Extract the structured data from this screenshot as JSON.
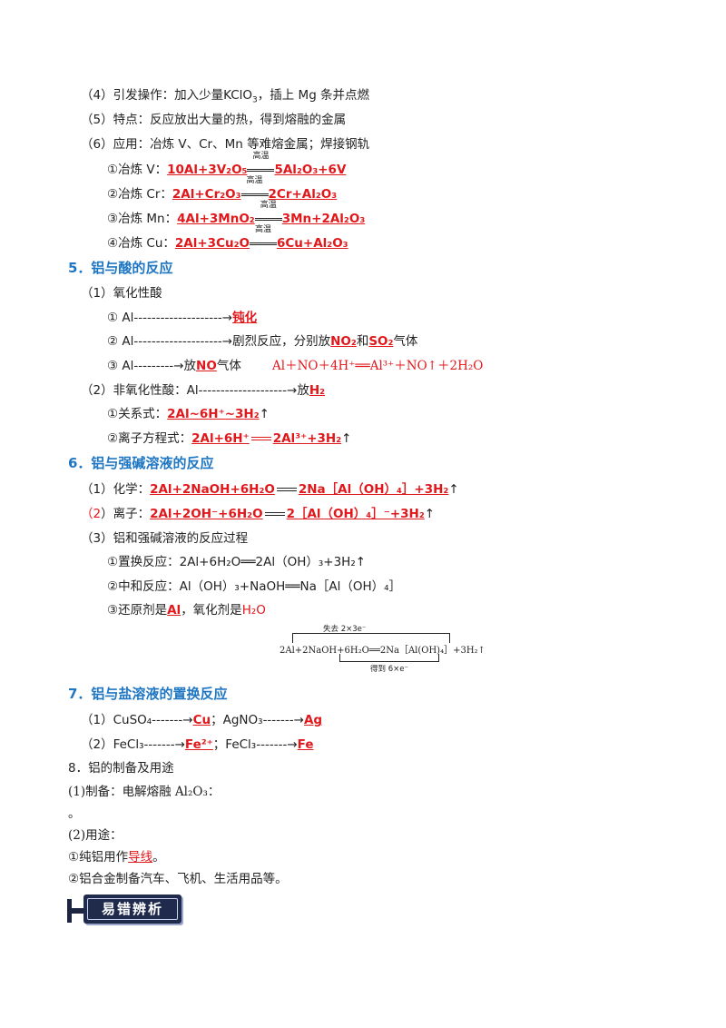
{
  "s4": {
    "l4_prefix": "（4）引发操作：加入少量",
    "l4_kclo3": "KClO",
    "l4_3": "3",
    "l4_rest": "，插上 Mg 条并点燃",
    "l5": "（5）特点：反应放出大量的热，得到熔融的金属",
    "l6": "（6）应用：冶炼 V、Cr、Mn 等难熔金属；焊接钢轨",
    "cond": "高温",
    "v_label": "①冶炼 V：",
    "v_left": "10Al+3V₂O₅",
    "v_right": "5Al₂O₃+6V",
    "cr_label": "②冶炼 Cr：",
    "cr_left": "2Al+Cr₂O₃",
    "cr_right": "2Cr+Al₂O₃",
    "mn_label": "③冶炼 Mn：",
    "mn_left": "4Al+3MnO₂",
    "mn_right": "3Mn+2Al₂O₃",
    "cu_label": "④冶炼 Cu：",
    "cu_left": "2Al+3Cu₂O",
    "cu_right": "6Cu+Al₂O₃"
  },
  "s5": {
    "heading": "5．铝与酸的反应",
    "sub1": "（1）氧化性酸",
    "a1_pre": "① Al--------------------→",
    "a1_ans": "钝化",
    "a2_pre": "② Al--------------------→剧烈反应，分别放",
    "a2_no2": "NO₂",
    "a2_mid": "和",
    "a2_so2": "SO₂",
    "a2_post": "气体",
    "a3_pre": "③ Al---------→放",
    "a3_no": "NO",
    "a3_post": "气体",
    "a3_eq": "Al＋NO＋4H⁺══Al³⁺＋NO↑＋2H₂O",
    "sub2_pre": "（2）非氧化性酸：Al--------------------→放",
    "sub2_ans": "H₂",
    "rel_label": "①关系式：",
    "rel_ans": "2Al~6H⁺~3H₂",
    "rel_arrow": "↑",
    "ion_label": "②离子方程式：",
    "ion_left": "2Al+6H⁺",
    "ion_right": "2Al³⁺+3H₂",
    "ion_arrow": "↑"
  },
  "s6": {
    "heading": "6．铝与强碱溶液的反应",
    "chem_label": "（1）化学：",
    "chem_left": "2Al+2NaOH+6H₂O",
    "chem_right": "2Na［Al（OH）₄］+3H₂",
    "chem_arrow": "↑",
    "ion_label_a": "（2",
    "ion_label_b": "）离子：",
    "ion_left": "2Al+2OH⁻+6H₂O",
    "ion_right": "2［Al（OH）₄］⁻+3H₂",
    "ion_arrow": "↑",
    "sub3": "（3）铝和强碱溶液的反应过程",
    "p1": "①置换反应：2Al+6H₂O══2Al（OH）₃+3H₂↑",
    "p2": "②中和反应：Al（OH）₃+NaOH══Na［Al（OH）₄］",
    "p3_pre": "③还原剂是",
    "p3_al": "Al",
    "p3_mid": "，氧化剂是",
    "p3_h2o": "H₂O",
    "diag_top": "失去 2×3e⁻",
    "diag_eq": "2Al+2NaOH+6H₂O══2Na［Al(OH)₄］+3H₂↑",
    "diag_bottom": "得到 6×e⁻"
  },
  "s7": {
    "heading": "7．铝与盐溶液的置换反应",
    "r1_pre": "（1）CuSO₄-------→",
    "r1_cu": "Cu",
    "r1_mid": "；AgNO₃-------→",
    "r1_ag": "Ag",
    "r2_pre": "（2）FeCl₃-------→",
    "r2_fe2": "Fe²⁺",
    "r2_mid": "；FeCl₃-------→",
    "r2_fe": "Fe"
  },
  "s8": {
    "heading": "8．铝的制备及用途",
    "prep": "(1)制备：电解熔融 Al₂O₃：",
    "dot": "。",
    "use": "(2)用途：",
    "use1_pre": "①纯铝用作",
    "use1_ans": "导线",
    "use1_post": "。",
    "use2": "②铝合金制备汽车、飞机、生活用品等。"
  },
  "banner": {
    "title": "易错辨析"
  },
  "colors": {
    "heading": "#1f77c4",
    "answer": "#e0181b",
    "banner": "#1f2a4d"
  }
}
